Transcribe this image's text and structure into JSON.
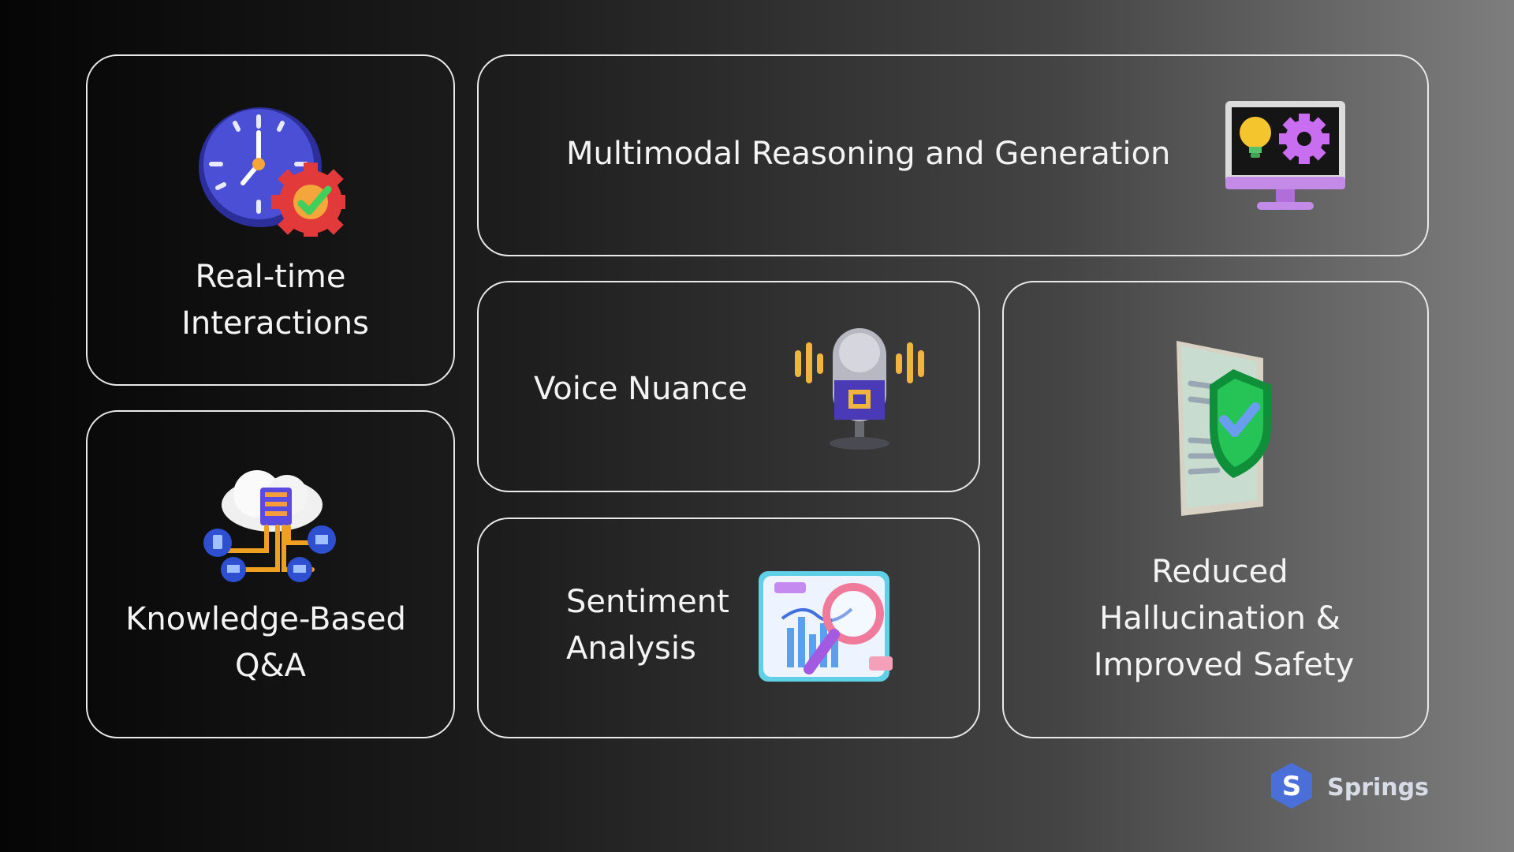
{
  "cards": {
    "realtime": {
      "line1": "Real-time",
      "line2": "Interactions"
    },
    "knowledge": {
      "line1": "Knowledge-Based",
      "line2": "Q&A"
    },
    "multimodal": {
      "label": "Multimodal Reasoning and Generation"
    },
    "voice": {
      "label": "Voice Nuance"
    },
    "sentiment": {
      "line1": "Sentiment",
      "line2": "Analysis"
    },
    "safety": {
      "line1": "Reduced",
      "line2": "Hallucination &",
      "line3": "Improved Safety"
    }
  },
  "icons": {
    "realtime": "clock-gear-icon",
    "knowledge": "cloud-network-icon",
    "multimodal": "monitor-bulb-gear-icon",
    "voice": "microphone-ai-icon",
    "sentiment": "chart-magnifier-icon",
    "safety": "document-shield-icon"
  },
  "brand": {
    "name": "Springs",
    "logo_icon": "springs-logo-icon",
    "logo_mark": "S"
  },
  "colors": {
    "border": "#eaeaea",
    "text": "#f4f4f4",
    "brand": "#4a6fd8"
  }
}
